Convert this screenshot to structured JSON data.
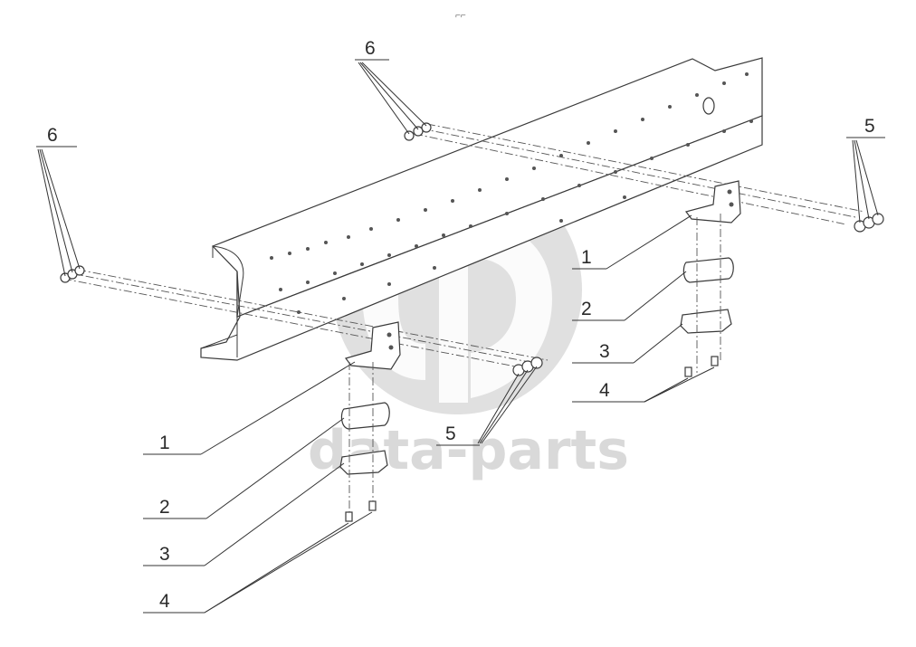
{
  "drawing": {
    "corner_mark": "⌐⌐",
    "callouts": [
      {
        "id": "c1-left",
        "label": "1"
      },
      {
        "id": "c2-left",
        "label": "2"
      },
      {
        "id": "c3-left",
        "label": "3"
      },
      {
        "id": "c4-left",
        "label": "4"
      },
      {
        "id": "c5-left",
        "label": "5"
      },
      {
        "id": "c6-left",
        "label": "6"
      },
      {
        "id": "c6-top",
        "label": "6"
      },
      {
        "id": "c5-right",
        "label": "5"
      },
      {
        "id": "c1-right",
        "label": "1"
      },
      {
        "id": "c2-right",
        "label": "2"
      },
      {
        "id": "c3-right",
        "label": "3"
      },
      {
        "id": "c4-right",
        "label": "4"
      }
    ]
  },
  "watermark": {
    "text": "data-parts",
    "color": "#d9d9d9"
  },
  "colors": {
    "line": "#3a3a3a",
    "background": "#ffffff"
  }
}
